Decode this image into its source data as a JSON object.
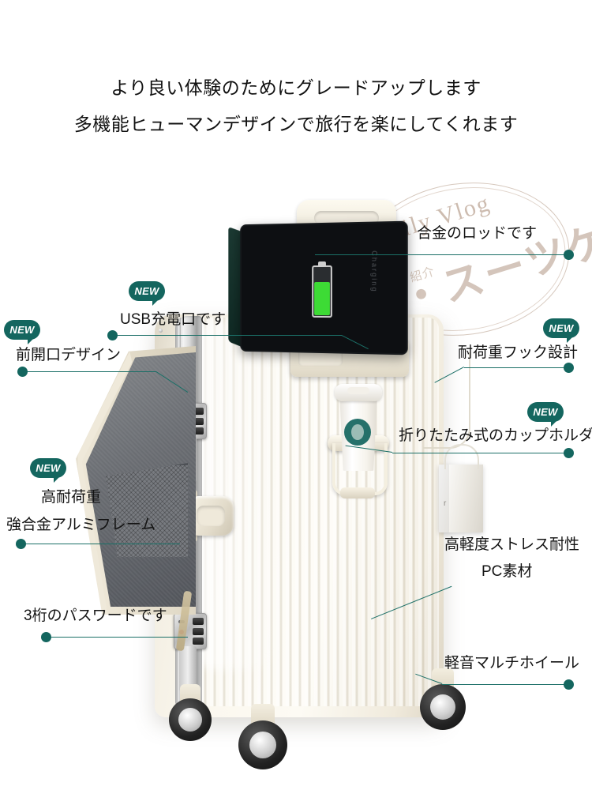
{
  "headline": {
    "line1": "より良い体験のためにグレードアップします",
    "line2": "多機能ヒューマンデザインで旅行を楽にしてくれます"
  },
  "watermark": {
    "latin": "Daily Vlog",
    "japanese": "高級・スーツケース",
    "small": "おすすめ 比較 紹介"
  },
  "badge": {
    "new_label": "NEW"
  },
  "colors": {
    "accent_teal": "#14665f",
    "line_teal": "#1b6f67",
    "text_black": "#131313",
    "case_cream": "#fbf8ef",
    "battery_green": "#3ddb35"
  },
  "callouts": [
    {
      "id": "usb",
      "text": "USB充電口です",
      "has_new": true
    },
    {
      "id": "front-open",
      "text": "前開口デザイン",
      "has_new": true
    },
    {
      "id": "rod",
      "text": "合金のロッドです",
      "has_new": false
    },
    {
      "id": "hook",
      "text": "耐荷重フック設計",
      "has_new": true
    },
    {
      "id": "cupholder",
      "text": "折りたたみ式のカップホルダー",
      "has_new": true
    },
    {
      "id": "frame",
      "text_line1": "高耐荷重",
      "text_line2": "強合金アルミフレーム",
      "has_new": true
    },
    {
      "id": "password",
      "text": "3桁のパスワードです",
      "has_new": false
    },
    {
      "id": "pc",
      "text_line1": "高軽度ストレス耐性",
      "text_line2": "PC素材",
      "has_new": false
    },
    {
      "id": "wheel",
      "text": "軽音マルチホイール",
      "has_new": false
    }
  ]
}
